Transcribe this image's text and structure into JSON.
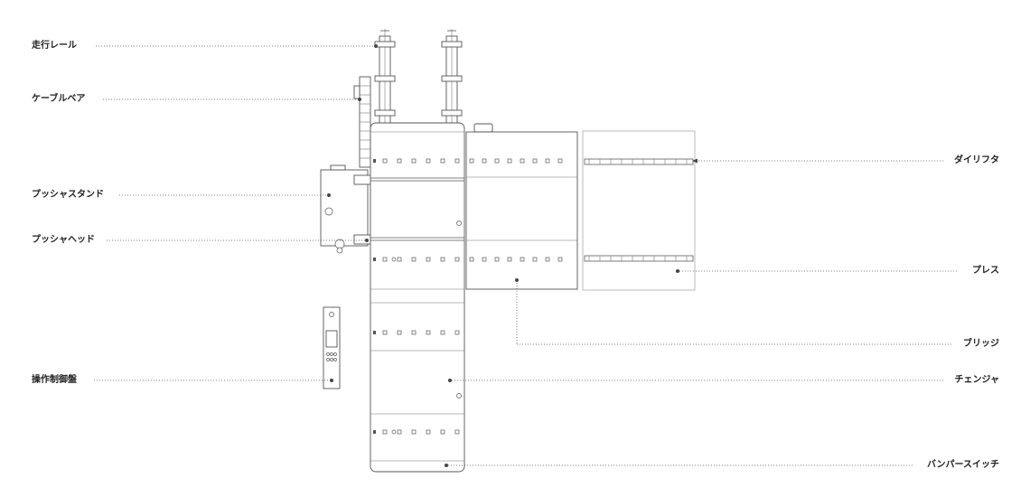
{
  "labels": {
    "travel_rail": "走行レール",
    "cable_bearer": "ケーブルベア",
    "pusher_stand": "プッシャスタンド",
    "pusher_head": "プッシャヘッド",
    "control_panel": "操作制御盤",
    "die_lifter": "ダイリフタ",
    "press": "プレス",
    "bridge": "ブリッジ",
    "changer": "チェンジャ",
    "bumper_switch": "バンパースイッチ"
  }
}
